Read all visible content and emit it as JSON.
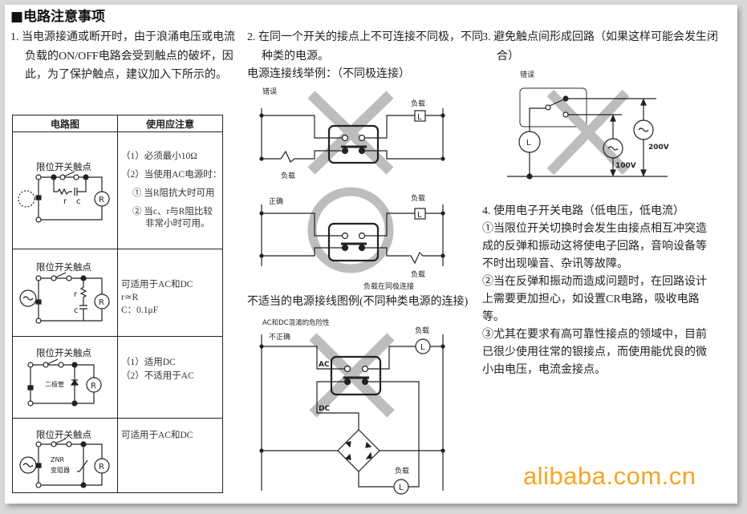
{
  "title": "■电路注意事项",
  "section1": {
    "text": "1. 当电源接通或断开时，由于浪涌电压或电流负载的ON/OFF电路会受到触点的破坏，因此，为了保护触点，建议加入下所示的。",
    "table": {
      "headers": [
        "电路图",
        "使用应注意"
      ],
      "rows": [
        {
          "diagram_label": "限位开关触点",
          "diagram_text": [
            "r",
            "c",
            "R"
          ],
          "notes": [
            "（1）必须最小10Ω",
            "（2）当使用AC电源时：",
            "① 当R阻抗大时可用",
            "② 当c、r与R阻比较",
            "非常小时可用。"
          ]
        },
        {
          "diagram_label": "限位开关触点",
          "diagram_text": [
            "r",
            "c",
            "R"
          ],
          "notes": [
            "可适用于AC和DC",
            "r≃R",
            "C：0.1μF"
          ]
        },
        {
          "diagram_label": "限位开关触点",
          "diagram_text": [
            "二极管",
            "R"
          ],
          "notes": [
            "（1）适用DC",
            "（2）不适用于AC"
          ]
        },
        {
          "diagram_label": "限位开关触点",
          "diagram_text": [
            "ZNR",
            "变阻器",
            "R"
          ],
          "notes": [
            "可适用于AC和DC"
          ]
        }
      ]
    }
  },
  "section2": {
    "text": "2. 在同一个开关的接点上不可连接不同极，不同种类的电源。",
    "subtitle": "电源连接线举例：（不同极连接）",
    "wrong_label": "错误",
    "right_label": "正确",
    "load": "负载",
    "load_L": "L",
    "same_pole": "负载在同极连接",
    "subtitle2": "不适当的电源接线图例(不同种类电源的连接)",
    "mix_label": "AC和DC混淆的危险性",
    "incorrect": "不正确",
    "ac": "AC",
    "dc": "DC"
  },
  "section3": {
    "text": "3. 避免触点间形成回路（如果这样可能会发生闭合）",
    "wrong_label": "错误",
    "load_L": "L",
    "v100": "100V",
    "v200": "200V"
  },
  "section4": {
    "title": "4. 使用电子开关电路（低电压，低电流）",
    "items": [
      "①当限位开关切换时会发生由接点相互冲突造成的反弹和振动这将使电子回路，音响设备等不时出现噪音、杂讯等故障。",
      "②当在反弹和振动而造成问题时，在回路设计上需要更加担心，如设置CR电路，吸收电路等。",
      "③尤其在要求有高可靠性接点的领域中，目前已很少使用往常的银接点，而使用能优良的微小由电压，电流金接点。"
    ]
  },
  "watermark": "alibaba.com.cn",
  "colors": {
    "cross": "#bdbdbd",
    "watermark": "#f5a623"
  }
}
